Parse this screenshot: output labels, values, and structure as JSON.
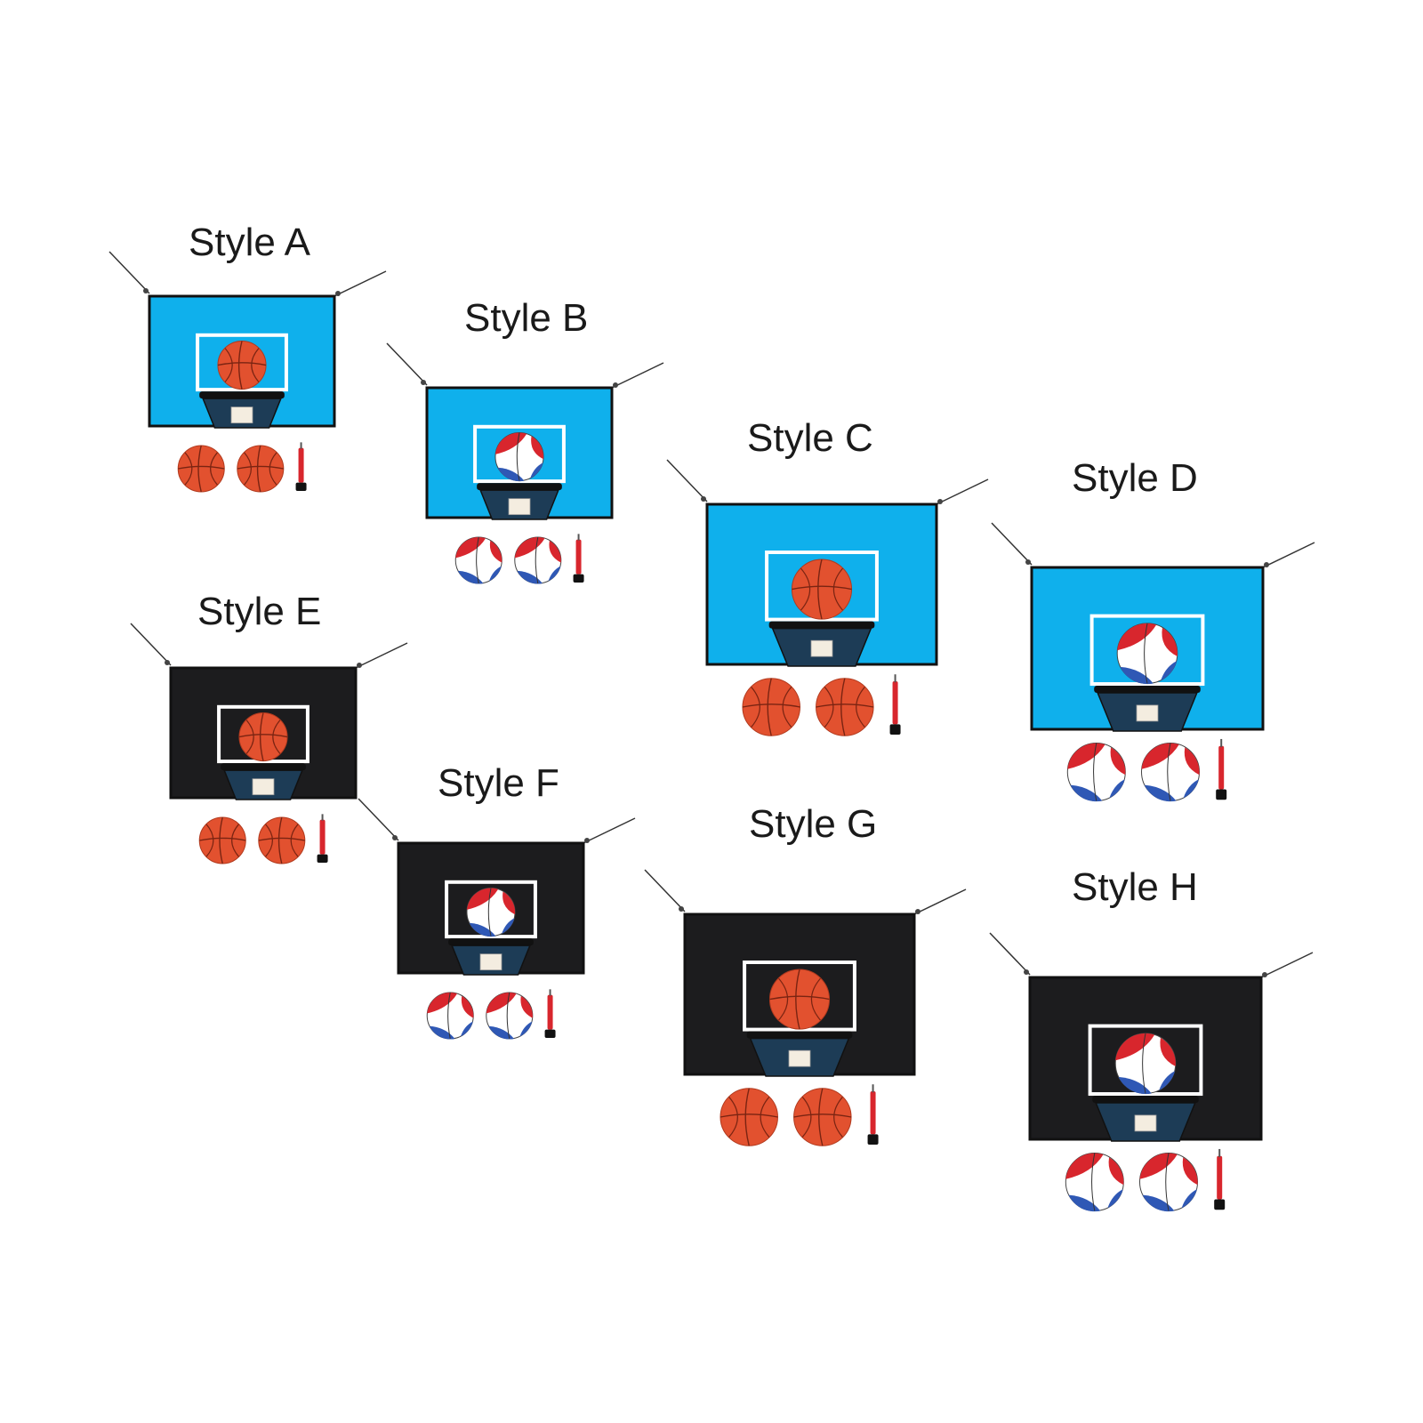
{
  "colors": {
    "background": "#ffffff",
    "board_blue": "#0fb0ec",
    "board_black": "#1c1c1e",
    "board_border": "#111111",
    "ball_orange": "#e2512f",
    "ball_red": "#d8262d",
    "ball_blue": "#2f58b5",
    "pump_red": "#d8262d",
    "text": "#1a1a1a"
  },
  "variants": [
    {
      "label": "Style A",
      "board_color": "blue",
      "ball_type": "orange"
    },
    {
      "label": "Style B",
      "board_color": "blue",
      "ball_type": "red-white-blue"
    },
    {
      "label": "Style C",
      "board_color": "blue",
      "ball_type": "orange"
    },
    {
      "label": "Style D",
      "board_color": "blue",
      "ball_type": "red-white-blue"
    },
    {
      "label": "Style E",
      "board_color": "black",
      "ball_type": "orange"
    },
    {
      "label": "Style F",
      "board_color": "black",
      "ball_type": "red-white-blue"
    },
    {
      "label": "Style G",
      "board_color": "black",
      "ball_type": "orange"
    },
    {
      "label": "Style H",
      "board_color": "black",
      "ball_type": "red-white-blue"
    }
  ]
}
